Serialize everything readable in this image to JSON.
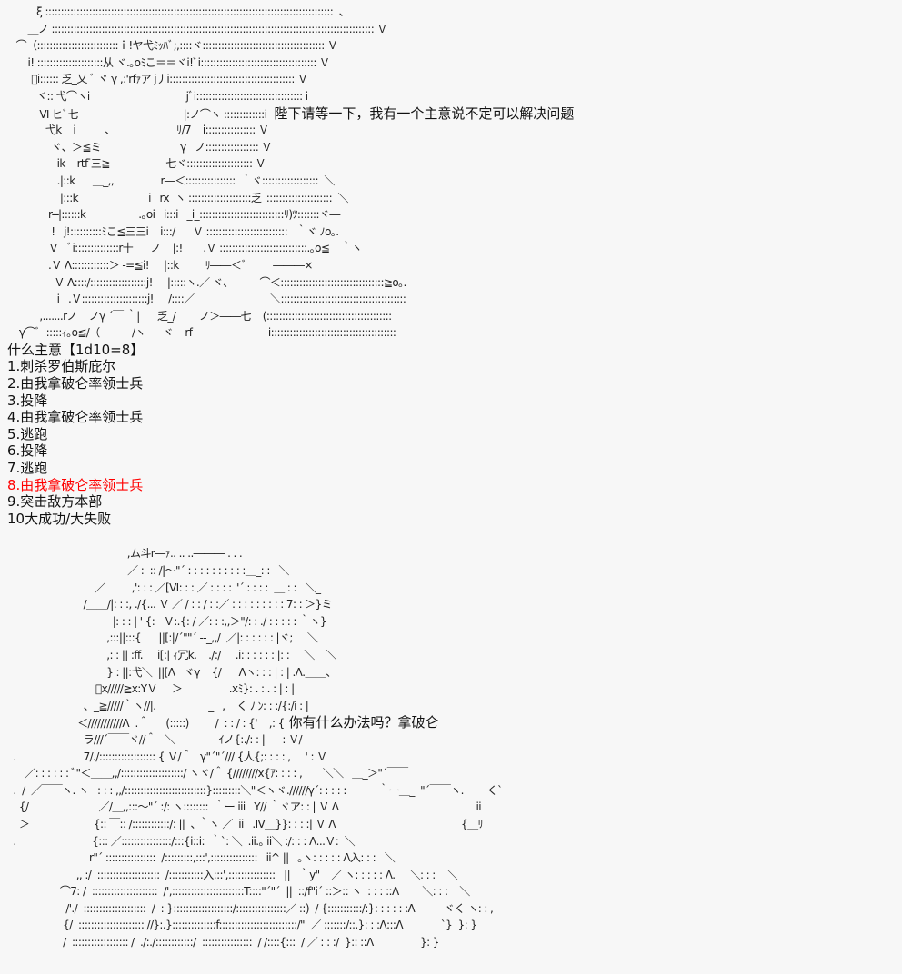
{
  "scene1": {
    "art_lines": [
      "          ξ ::::::::::::::::::::::::::::::::::::::::::::::::::::::::::::::::::::::::::::::::::::::::::::  、",
      "       ＿ノ ::::::::::::::::::::::::::::::::::::::::::::::::::::::::::::::::::::::::::::::::::::::::::::::::::::::: Ｖ",
      "   ⌒（::::::::::::::::::::::::::ｉ!ヤ弋ﾐｯﾊﾞ;,::::ヾ::::::::::::::::::::::::::::::::::::::: Ｖ",
      "       i! :::::::::::::::::::::从 ヾ.｡oﾐこ＝＝ヾi!ﾞi::::::::::::::::::::::::::::::::::::: Ｖ",
      "        ﾞi:::::: 乏_乂 ﾞ ヾ γ ,:'rfｧア j丿i:::::::::::::::::::::::::::::::::::::::: Ｖ",
      "          ヾ:: 弋⌒ヽi                                 jﾞi:::::::::::::::::::::::::::::::::: i",
      "           Ⅵ ヒﾞ七                                    |:ノ⌒ヽ :::::::::::::i ",
      "             弋k    i          、                     ﾘ/7    i:::::::::::::::: Ｖ",
      "               ヾ、＞≦ミ                           γ   ノ::::::::::::::::: Ｖ",
      "                 ik    rtf ̄三≧                  ‐七ヾ::::::::::::::::::::: Ｖ",
      "                 .|::k      ＿_,,                r―＜::::::::::::::::  ｀ヾ::::::::::::::::::  ＼",
      "                  |:::k                        i   rx  ヽ ::::::::::::::::::::乏_:::::::::::::::::::::  ＼",
      "              r━|::::::k                  .｡oi   i:::i   _i_:::::::::::::::::::::::::::ﾘ)ﾂ:::::::ヾ―",
      "               !   j!::::::::::ﾐこ≦三三i    i:::/      Ｖ ::::::::::::::::::::::::::   ｀ヾ ﾉo｡.",
      "              Ｖ   ﾞi::::::::::::::r十      ノ    |:!       .Ｖ ::::::::::::::::::::::::::::.｡o≦    ｀ヽ",
      "              .Ｖ Λ::::::::::::＞ ‐=≦i!     |::k         ﾘ――＜ﾞ         ―――×",
      "                Ｖ Λ::::/::::::::::::::::::j!     |:::::ヽ.／ ヾ、         ⌒＜:::::::::::::::::::::::::::::::::≧o｡.",
      "                 i   .Ｖ:::::::::::::::::::::j!     /::::／                          ＼::::::::::::::::::::::::::::::::::::::::",
      "           ,.......rノ    ノγ ´￣ ｀|      乏_/        ノ＞――七    (::::::::::::::::::::::::::::::::::::::::",
      "    γ⌒ﾞ  :::::ｨ｡o≦/（           /ヽ      ヾ    rf                          i::::::::::::::::::::::::::::::::::::::::"
    ],
    "speech": "陛下请等一下，我有一个主意说不定可以解决问题",
    "speech_line_index": 6
  },
  "roll": {
    "header": "什么主意【1d10=8】",
    "options": [
      "1.刺杀罗伯斯庇尔",
      "2.由我拿破仑率领士兵",
      "3.投降",
      "4.由我拿破仑率领士兵",
      "5.逃跑",
      "6.投降",
      "7.逃跑",
      "8.由我拿破仑率领士兵",
      "9.突击敌方本部",
      "10大成功/大失败"
    ],
    "result_index": 7,
    "result_color": "#ff0000"
  },
  "scene2": {
    "art_lines": [
      "                                         ,ム斗r―ｧ.. .. ..――― . . .",
      "                                 ―― ／ :  :: /|～\"´ : : : : : : : : : :＿_: :   ＼",
      "                              ／         ,': : : ／[Ⅵ: : : ／ : : : : \"´ : : : :  ＿ : :   ＼_",
      "                          /＿＿/|: : :, ./{... Ｖ ／ / : : / : :／ : : : : : : : : : 7: : ＞}ミ",
      "                                    |: : : | ' {:   Ｖ:.{: / ／: : :,,＞\"/: : ./ : : : : : ｀ヽ}",
      "                                  ,:::||:::{      ||[:|/´\"\"´ ‐‐_,,/  ／|: : : : : : |ヾ;     ＼",
      "                                  ,: : || :ff.     i[:| ｨ冗k.    ./:/     .i: : : : : : |: :     ＼    ＼",
      "                                  } : ||:弋＼  ||[Λ   ヾγ    {/      Λヽ: : : | : | .Λ.＿＿、",
      "                              ﾞx/////≧x:YＶ     ＞                .xﾐ}: . : . : | : |",
      "                          、_≧/////｀ヽ//|.                  _   ,    く ﾉ ﾝ: : :/{:/i : |",
      "                        ＜///////////Λ  .＾      (:::::)         /  : : / : {'    ,: {",
      "                          ラ///´￣￣ヾ//＾   ＼               ｲノ{:./: : |      : Ｖ/",
      "  .                       7/./:::::::::::::::::: { Ｖ/＾   γ\"´\"´/// {人{;: : : : ,     ' : Ｖ",
      "      ／: : : : : : ﾞ\"＜＿＿,,/::::::::::::::::::::/ ヽヾ/＾ {////////x{ｱ: : : : ,       ＼＼   ＿_＞\"´￣￣",
      "  .  /  ／￣￣ヽ. ヽ   : : : ,,/::::::::::::::::::::::::::}:::::::::＼\"＜ヽヾ.//////γ´: : : : :           ｀ー＿_  \"´￣￣ヽ.        く`",
      "    {/                        ／/＿,,:::～\"´ :/: ヽ::::::::  ｀ー iii   Y// ｀ヾア: : | Ｖ Λ                                               ii",
      "    ＞                      {:: ￣:: /::::::::::::/: ||  ､ ｀ヽ ／  ii   .Ⅳ＿}}: : : :| Ｖ Λ                                           {＿ﾘ",
      "  .                          {::: ／::::::::::::::::/:::{i::i:  ｀`: ＼  .ii.｡ ii＼ :/: : : Λ...Ｖ:  ＼",
      "                            r\"´ ::::::::::::::::  /:::::::::,:::',:::::::::::::::   ii^ ||   ｡ヽ: : : : : Λ入: : :   ＼",
      "                    ＿,, :/  ::::::::::::::::::::  /:::::::::::入:::',:::::::::::::::   ||   ｀y\"    ／ ヽ: : : : : Λ.     ＼: : :    ＼",
      "                  ⌒7: /  :::::::::::::::::::::  /',:::::::::::::::::::::::T::::\"´\"´  ||  ::/f\"i´ ::＞:: ヽ  : : : ::Λ        ＼: : :    ＼",
      "                    /'./  ::::::::::::::::::::  /  : }:::::::::::::::::::/::::::::::::::::／ ::)  / {:::::::::::/:}: : : : : :Λ          ヾく ヽ: : ,",
      "                   {/  ::::::::::::::::::::: //}:.}::::::::::::::f:::::::::::::::::::::::::/\"  ／ :::::::/::.}: : :Λ:::Λ             `}  }: }",
      "                   /  :::::::::::::::::: /  ./:./::::::::::::/  ::::::::::::::::  / /::::{:::  / ／ : : :/  }:: ::Λ                }: }"
    ],
    "speech": "你有什么办法吗？拿破仑",
    "speech_line_index": 10
  }
}
